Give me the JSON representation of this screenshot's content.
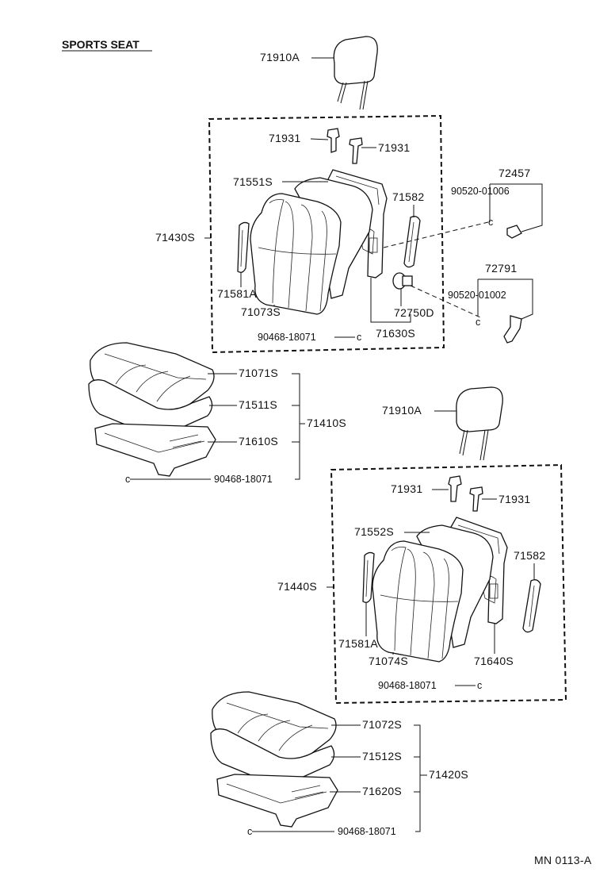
{
  "title": "SPORTS SEAT",
  "footer_code": "MN 0113-A",
  "upper_group": {
    "headrest": "71910A",
    "pin_left": "71931",
    "pin_right": "71931",
    "back_pad": "71551S",
    "back_assy": "71430S",
    "side_cover": "71581A",
    "back_cover": "71073S",
    "side_trim": "71582",
    "knob_set": "72457",
    "knob_screw_a": "90520-01006",
    "lever_set": "72791",
    "knob_screw_b": "90520-01002",
    "knob": "72750D",
    "back_frame": "71630S",
    "hog_ring": "90468-18071"
  },
  "left_cushion": {
    "cover": "71071S",
    "pad": "71511S",
    "assy": "71410S",
    "frame": "71610S",
    "hog_ring": "90468-18071"
  },
  "lower_group": {
    "headrest": "71910A",
    "pin_left": "71931",
    "pin_right": "71931",
    "back_pad": "71552S",
    "back_assy": "71440S",
    "side_trim": "71582",
    "side_cover": "71581A",
    "back_cover": "71074S",
    "back_frame": "71640S",
    "hog_ring": "90468-18071"
  },
  "lower_cushion": {
    "cover": "71072S",
    "pad": "71512S",
    "assy": "71420S",
    "frame": "71620S",
    "hog_ring": "90468-18071"
  }
}
